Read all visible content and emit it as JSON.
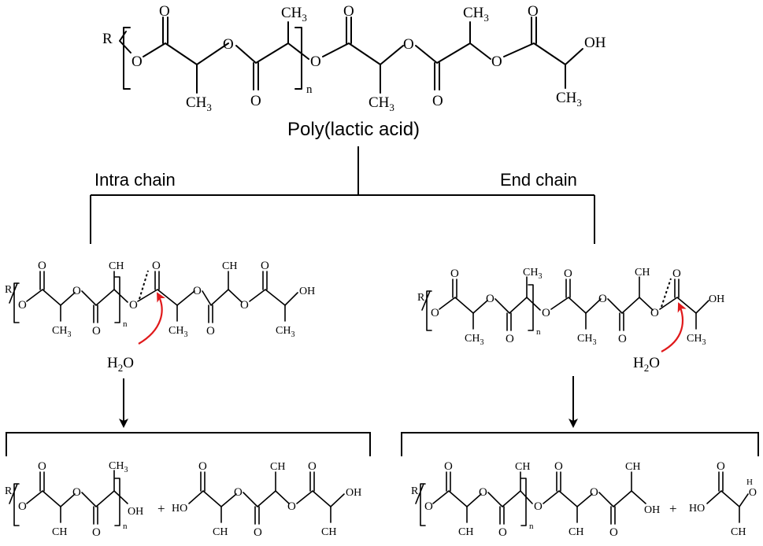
{
  "atoms": {
    "O": "O",
    "R": "R",
    "OH": "OH",
    "HO": "HO",
    "CH3": "CH",
    "three": "3",
    "n": "n",
    "plus": "+",
    "h2o_h": "H",
    "h2o_2": "2",
    "h2o_o": "O",
    "oh_o": "O",
    "oh_h": "H"
  },
  "labels": {
    "title": "Poly(lactic acid)",
    "intra": "Intra chain",
    "end": "End chain"
  },
  "colors": {
    "ink": "#000000",
    "attack_arrow": "#e0191b"
  }
}
